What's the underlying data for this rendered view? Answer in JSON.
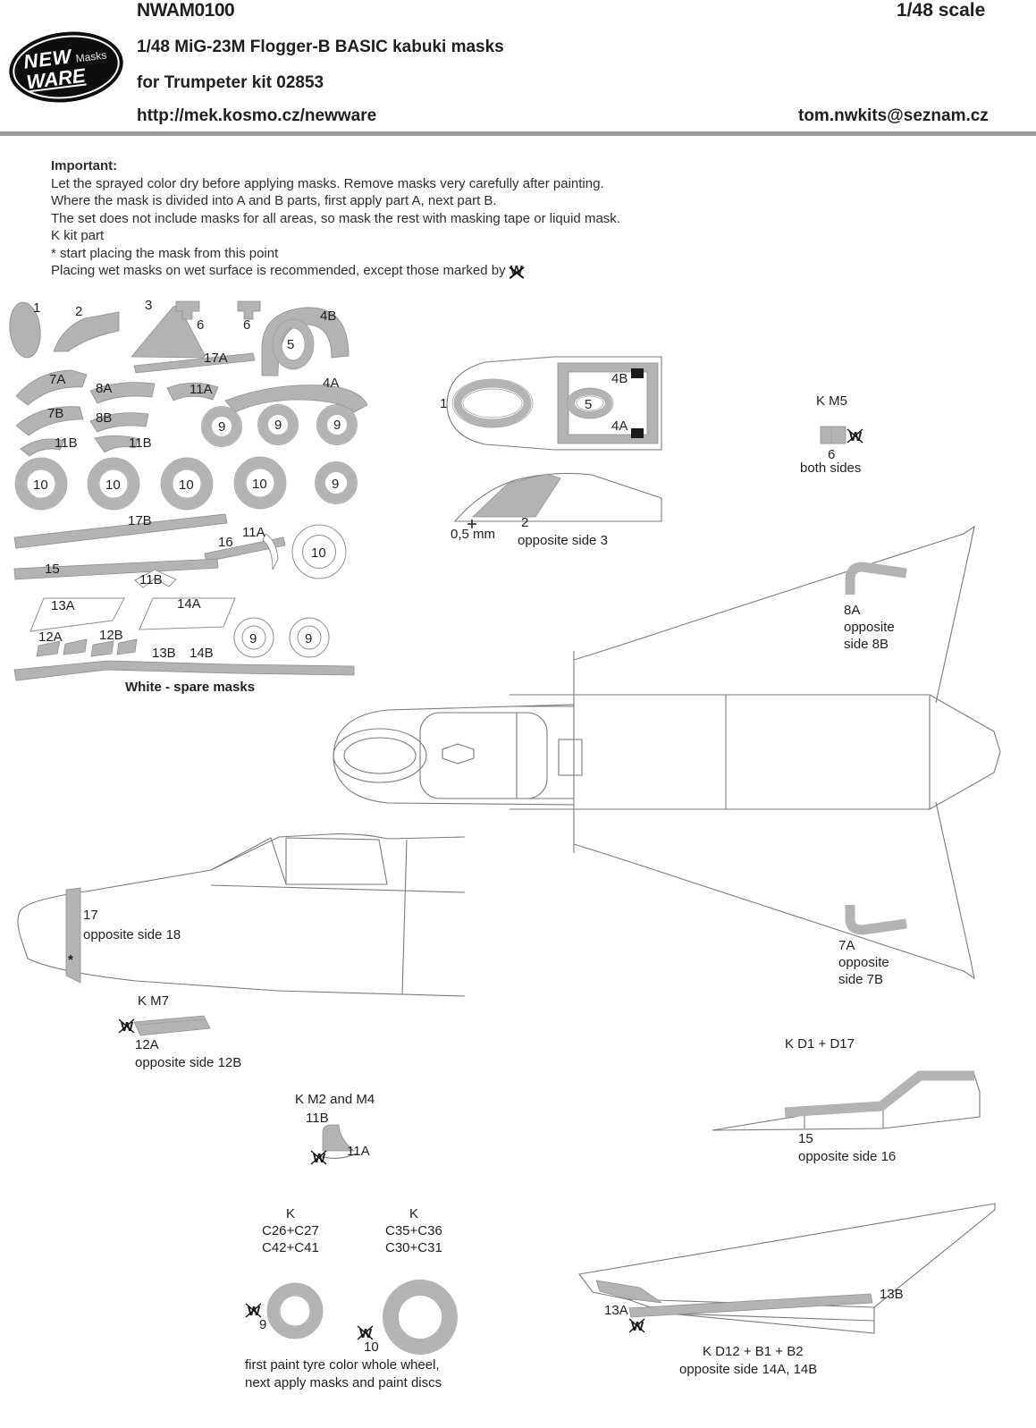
{
  "header": {
    "code": "NWAM0100",
    "scale": "1/48 scale",
    "title": "1/48 MiG-23M Flogger-B BASIC kabuki masks",
    "subtitle": "for Trumpeter kit 02853",
    "url": "http://mek.kosmo.cz/newware",
    "email": "tom.nwkits@seznam.cz",
    "logo": {
      "line1": "NEW",
      "line2": "Masks",
      "line3": "WARE"
    }
  },
  "icons": {
    "w": "W",
    "star": "*"
  },
  "instructions": {
    "title": "Important:",
    "line1": "Let the sprayed color dry before applying masks. Remove masks very carefully after painting.",
    "line2": "Where the mask is divided into A and B parts, first apply part A, next part B.",
    "line3": "The set does not include masks for all areas, so mask the rest with masking tape or liquid mask.",
    "line4": "K kit part",
    "line5": "*  start placing the mask from this point",
    "line6": "Placing wet masks on wet surface is recommended, except those marked by"
  },
  "sheet": {
    "labels": [
      "1",
      "2",
      "3",
      "6",
      "6",
      "4B",
      "5",
      "17A",
      "7A",
      "8A",
      "11A",
      "4A",
      "7B",
      "8B",
      "9",
      "9",
      "9",
      "11B",
      "11B",
      "10",
      "10",
      "10",
      "10",
      "9",
      "17B",
      "16",
      "11A",
      "10",
      "15",
      "11B",
      "13A",
      "14A",
      "9",
      "9",
      "12A",
      "12B",
      "13B",
      "14B"
    ],
    "caption": "White - spare masks"
  },
  "nose_top": {
    "l1": "1",
    "l4b": "4B",
    "l5": "5",
    "l4a": "4A"
  },
  "km5": {
    "title": "K M5",
    "num": "6",
    "note": "both sides"
  },
  "canopy_side": {
    "measure": "0,5 mm",
    "num": "2",
    "note": "opposite side 3"
  },
  "top_view": {
    "l8a": "8A",
    "opp8a": "opposite",
    "side8b": "side 8B",
    "l7a": "7A",
    "opp7a": "opposite",
    "side7b": "side 7B"
  },
  "nose_side": {
    "num": "17",
    "note": "opposite side 18"
  },
  "km7": {
    "title": "K M7",
    "num": "12A",
    "note": "opposite side 12B"
  },
  "km2m4": {
    "title": "K M2 and M4",
    "l11b": "11B",
    "l11a": "11A"
  },
  "tail_side": {
    "title": "K D1 + D17",
    "num": "15",
    "note": "opposite side 16"
  },
  "wheels": {
    "k1": "K",
    "w1line1": "C26+C27",
    "w1line2": "C42+C41",
    "w1num": "9",
    "k2": "K",
    "w2line1": "C35+C36",
    "w2line2": "C30+C31",
    "w2num": "10",
    "note1": "first paint tyre color whole wheel,",
    "note2": "next apply masks and paint discs"
  },
  "wing_bottom": {
    "l13a": "13A",
    "l13b": "13B",
    "title": "K D12 + B1 + B2",
    "note": "opposite side 14A, 14B"
  },
  "colors": {
    "mask_gray": "#b3b3b3",
    "line_gray": "#7a7a7a",
    "divider": "#9b9b9b"
  }
}
